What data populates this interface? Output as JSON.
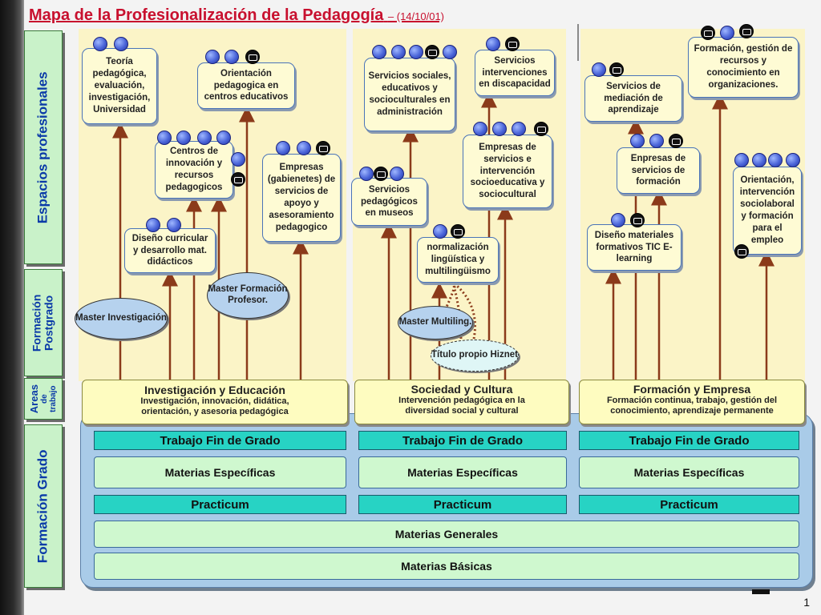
{
  "header": {
    "title": "Mapa de la Profesionalización de la Pedagogía",
    "date": "– (14/10/01)"
  },
  "side_labels": {
    "espacios": "Espacios profesionales",
    "formacion_postgrado_1": "Formación",
    "formacion_postgrado_2": "Postgrado",
    "areas_1": "Areas",
    "areas_2": "de",
    "areas_3": "trabajo",
    "formacion_grado": "Formación Grado"
  },
  "areas": [
    {
      "title": "Investigación y Educación",
      "subtitle_1": "Investigación, innovación, didática,",
      "subtitle_2": "orientación, y asesoria pedagógica"
    },
    {
      "title": "Sociedad y Cultura",
      "subtitle_1": "Intervención pedagógica en la",
      "subtitle_2": "diversidad social y cultural"
    },
    {
      "title": "Formación y Empresa",
      "subtitle_1": "Formación continua, trabajo, gestión del",
      "subtitle_2": "conocimiento, aprendizaje permanente"
    }
  ],
  "grado": {
    "tfg": "Trabajo Fin de Grado",
    "especificas": "Materias Específicas",
    "practicum": "Practicum",
    "generales": "Materias Generales",
    "basicas": "Materias Básicas"
  },
  "nodes": {
    "n1": "Teoría pedagógica, evaluación, investigación, Universidad",
    "n2": "Orientación pedagogica en centros educativos",
    "n3": "Centros de innovación y recursos pedagogicos",
    "n4": "Empresas (gabienetes) de servicios de apoyo y asesoramiento pedagogico",
    "n5": "Diseño curricular y desarrollo mat. didácticos",
    "n6": "Servicios sociales, educativos y socioculturales en administración",
    "n7": "Servicios intervenciones en discapacidad",
    "n8": "Empresas de servicios e intervención socioeducativa y sociocultural",
    "n9": "Servicios pedagógicos en museos",
    "n10": "normalización lingüística y multilingüismo",
    "n11": "Formación, gestión de recursos y conocimiento en organizaciones.",
    "n12": "Servicios de mediación de aprendizaje",
    "n13": "Enpresas de servicios de formación",
    "n14": "Orientación, intervención sociolaboral y formación para el empleo",
    "n15": "Diseño materiales formativos TIC E-learning"
  },
  "ellipses": {
    "master_inv": "Master Investigación",
    "master_prof": "Master Formación Profesor.",
    "master_multi": "Master Multiling.",
    "titulo_propio": "Título propio Hiznet"
  },
  "page_number": "1",
  "colors": {
    "title": "#c8102e",
    "side_label_text": "#0a3aa8",
    "arrow": "#8b3a1a",
    "column_bg": "#fbf4c7",
    "teal_bar": "#27d3c4",
    "light_bar": "#cff8cf",
    "grado_panel": "#a9cbe8"
  },
  "icons": [
    "globe-icon",
    "camera-icon"
  ]
}
